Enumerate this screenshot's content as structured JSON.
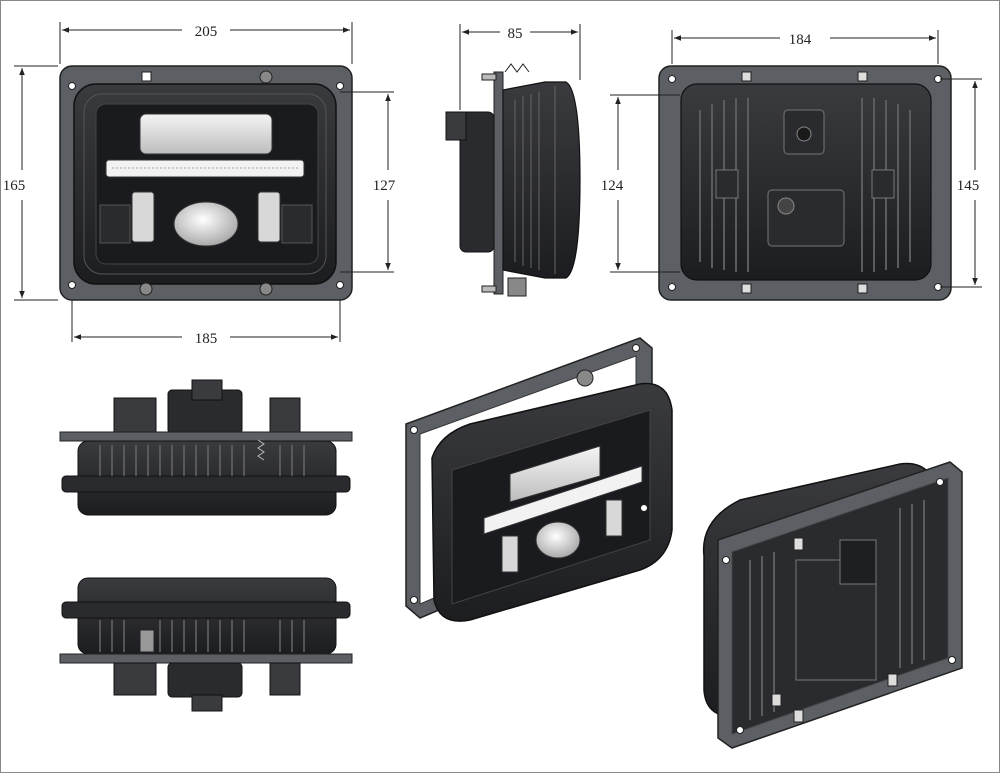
{
  "colors": {
    "background": "#ffffff",
    "dimension_line": "#222222",
    "frame": "#5a5d62",
    "housing": "#2a2b2e",
    "fin": "#4a4c50",
    "lens_white": "#e6e6e6",
    "drl_white": "#f2f2f2"
  },
  "views": [
    "front-view",
    "side-view",
    "rear-view",
    "top-view",
    "bottom-view",
    "isometric-front",
    "isometric-rear"
  ],
  "dimensions": {
    "front_width": "205",
    "front_height": "165",
    "front_inner_height": "127",
    "front_mount_width": "185",
    "side_depth": "85",
    "rear_width": "184",
    "rear_mount_height": "124",
    "rear_height": "145"
  }
}
